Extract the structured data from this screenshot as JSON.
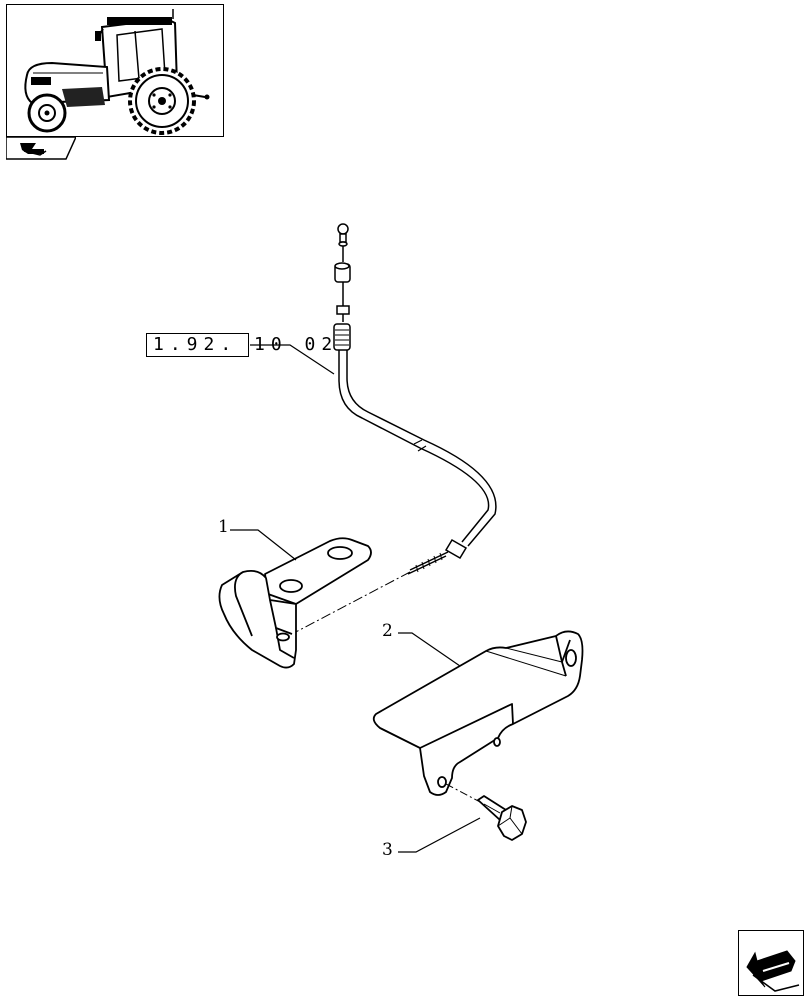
{
  "reference": {
    "boxed": "1.92.",
    "trailing": "10 02"
  },
  "callouts": [
    {
      "number": "1",
      "part": "bracket-with-cable-mount"
    },
    {
      "number": "2",
      "part": "angled-support-plate"
    },
    {
      "number": "3",
      "part": "hex-bolt"
    }
  ],
  "icons": {
    "thumbnail": "tractor-icon",
    "thumbnail_tab": "book-arrow-icon",
    "navigation": "next-page-arrow-icon"
  }
}
